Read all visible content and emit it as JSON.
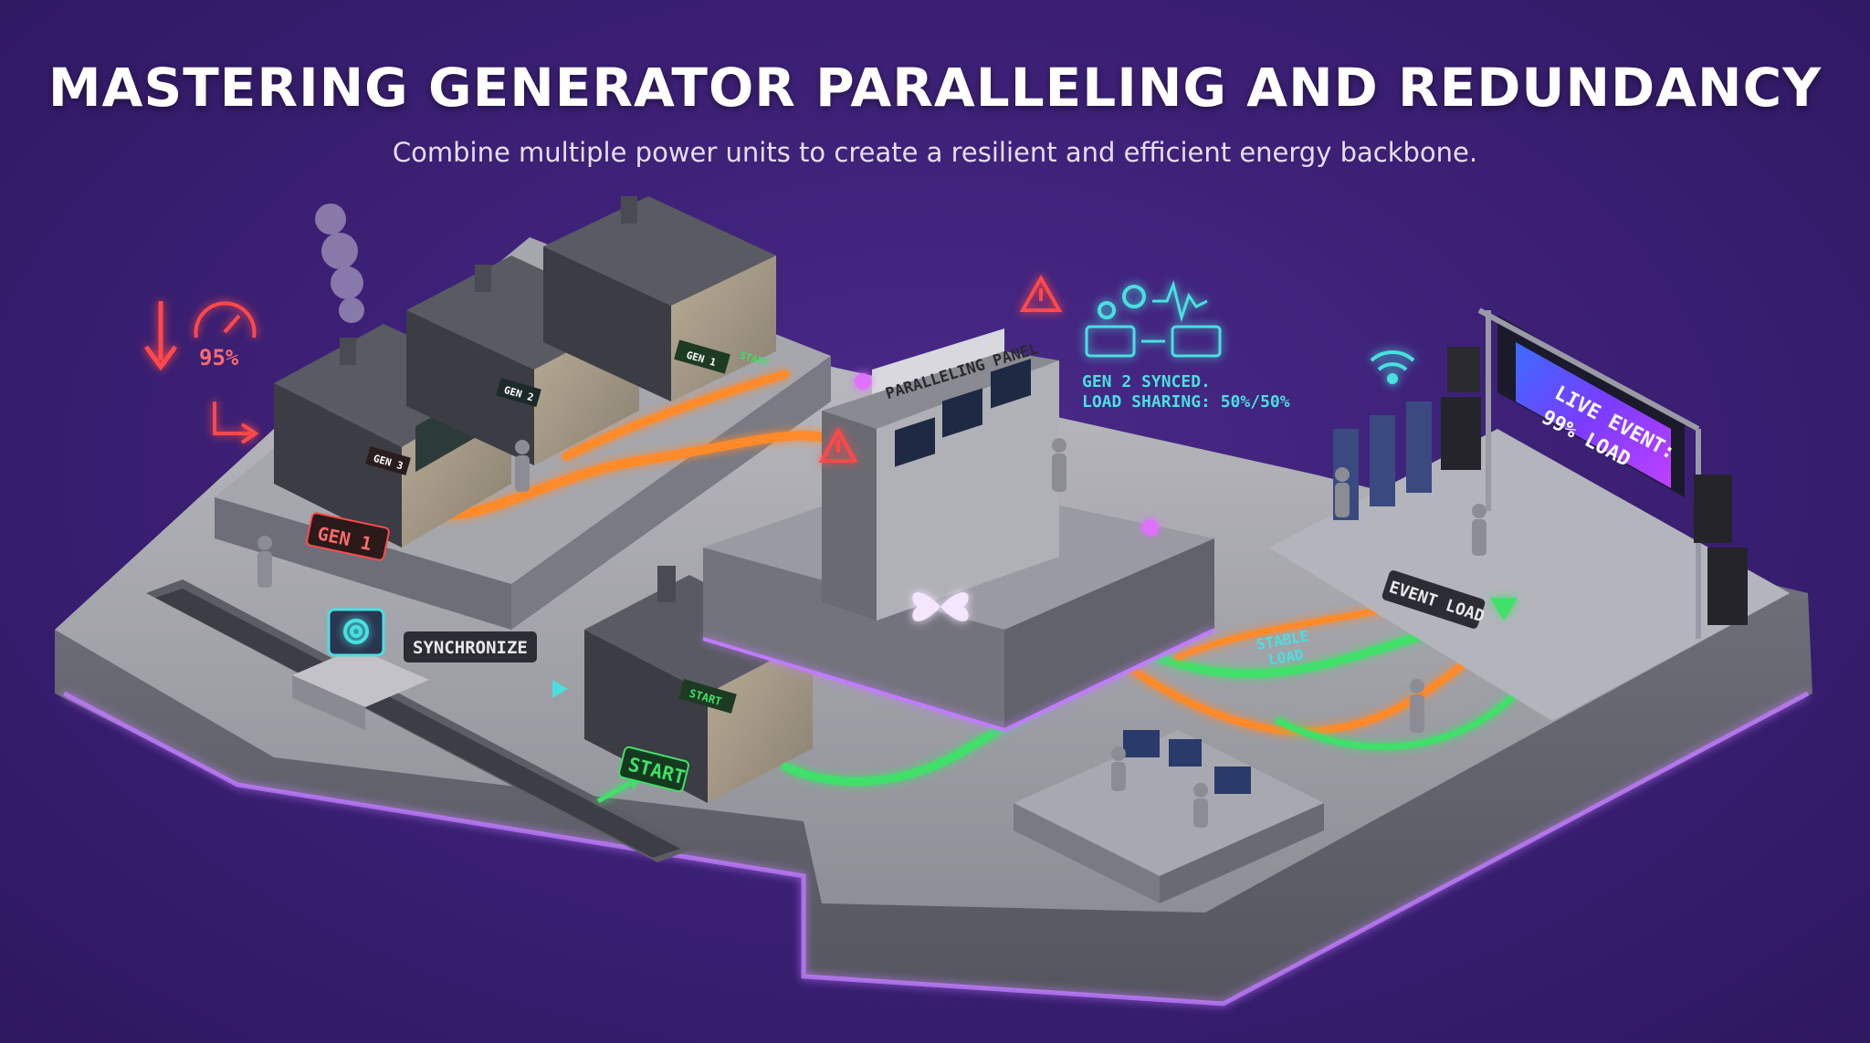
{
  "header": {
    "title": "MASTERING GENERATOR PARALLELING AND REDUNDANCY",
    "subtitle": "Combine multiple power units to create a resilient and efficient energy backbone."
  },
  "labels": {
    "gauge_value": "95%",
    "gen1_badge": "GEN 1",
    "gen1_unit": "GEN 1",
    "gen2_unit": "GEN 2",
    "gen3_unit": "GEN 3",
    "start_small": "START",
    "start_badge": "START",
    "start_screen": "START",
    "synchronize": "SYNCHRONIZE",
    "panel_title": "PARALLELING PANEL",
    "status_line1": "GEN 2 SYNCED.",
    "status_line2": "LOAD SHARING: 50%/50%",
    "stable_line1": "STABLE",
    "stable_line2": "LOAD",
    "event_load": "EVENT LOAD",
    "screen_line1": "LIVE EVENT:",
    "screen_line2": "99% LOAD"
  },
  "colors": {
    "background": "#3a1f73",
    "alert_red": "#ff4a4a",
    "sync_cyan": "#49e0e0",
    "good_green": "#3fe06a",
    "hot_orange": "#ff8a2a",
    "glow_purple": "#c07cff"
  },
  "icons": [
    "down-arrow-icon",
    "gauge-icon",
    "turn-arrow-icon",
    "warning-icon",
    "gears-icon",
    "waveform-icon",
    "wifi-icon",
    "sync-gear-icon",
    "logo-icon"
  ]
}
